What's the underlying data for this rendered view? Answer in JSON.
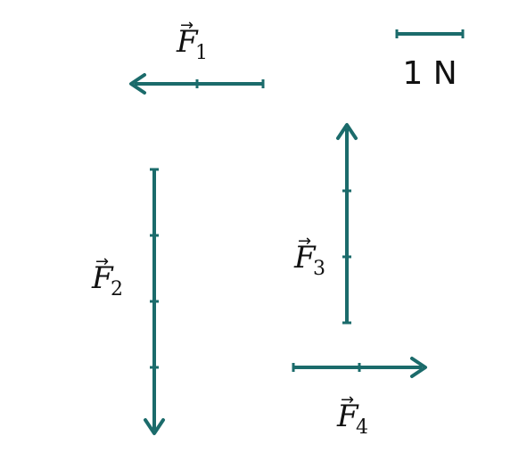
{
  "diagram": {
    "color": "#1b6b6b",
    "scale": {
      "label": "1 N",
      "unit_newtons": 1
    },
    "vectors": [
      {
        "id": "F1",
        "symbol": "F",
        "subscript": "1",
        "direction": "left",
        "magnitude_n": 2
      },
      {
        "id": "F2",
        "symbol": "F",
        "subscript": "2",
        "direction": "down",
        "magnitude_n": 4
      },
      {
        "id": "F3",
        "symbol": "F",
        "subscript": "3",
        "direction": "up",
        "magnitude_n": 3
      },
      {
        "id": "F4",
        "symbol": "F",
        "subscript": "4",
        "direction": "right",
        "magnitude_n": 2
      }
    ],
    "vector_arrow_glyph": "→"
  }
}
